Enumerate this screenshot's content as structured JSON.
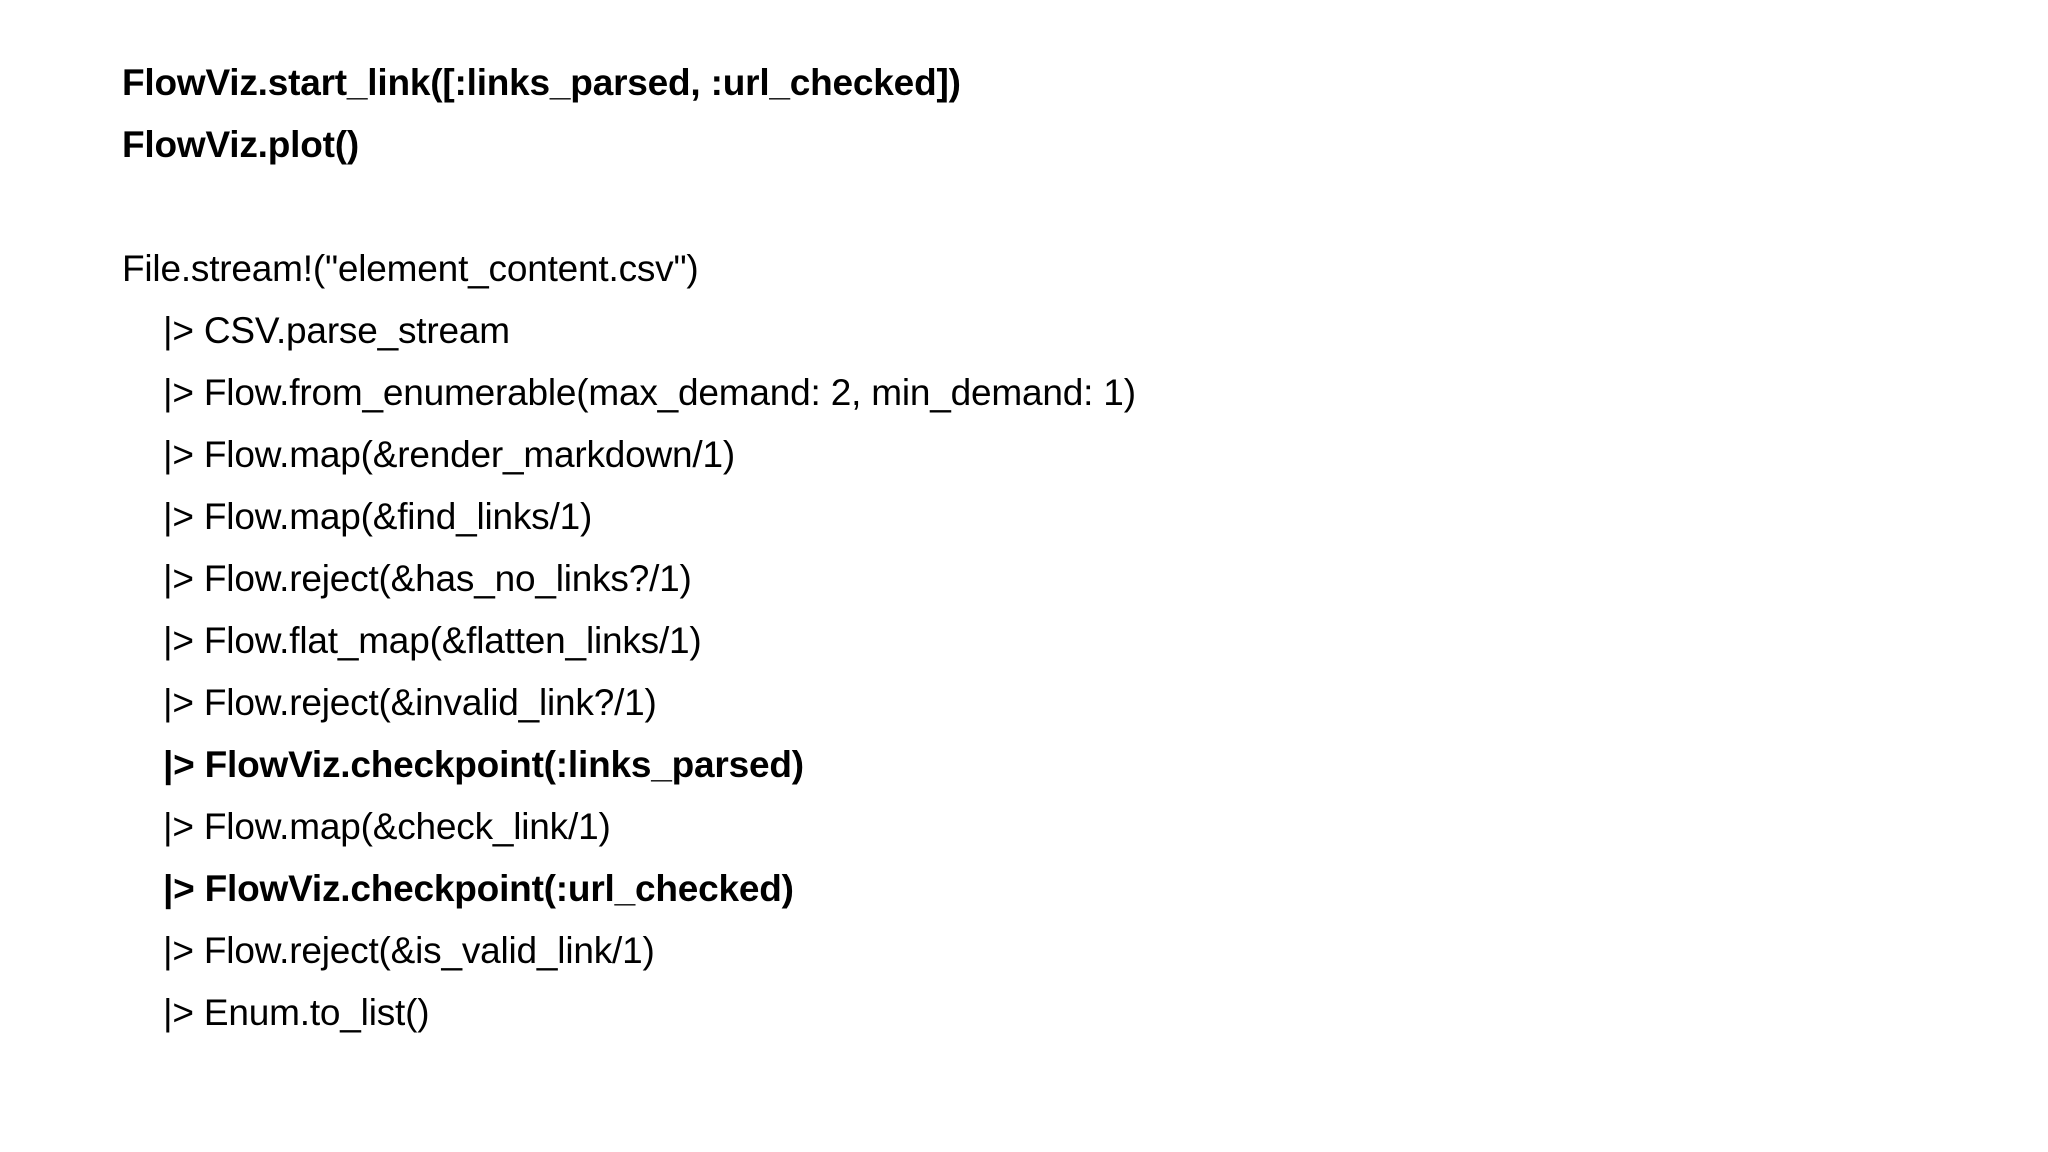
{
  "document": {
    "title": "FlowViz pipeline code snippet",
    "background_color": "#ffffff",
    "text_color": "#000000"
  },
  "code": {
    "header_lines": [
      {
        "text": "FlowViz.start_link([:links_parsed, :url_checked])",
        "bold": true,
        "indent": false
      },
      {
        "text": "FlowViz.plot()",
        "bold": true,
        "indent": false
      }
    ],
    "pipeline_lines": [
      {
        "text": "File.stream!(\"element_content.csv\")",
        "bold": false,
        "indent": false
      },
      {
        "text": "|> CSV.parse_stream",
        "bold": false,
        "indent": true
      },
      {
        "text": "|> Flow.from_enumerable(max_demand: 2, min_demand: 1)",
        "bold": false,
        "indent": true
      },
      {
        "text": "|> Flow.map(&render_markdown/1)",
        "bold": false,
        "indent": true
      },
      {
        "text": "|> Flow.map(&find_links/1)",
        "bold": false,
        "indent": true
      },
      {
        "text": "|> Flow.reject(&has_no_links?/1)",
        "bold": false,
        "indent": true
      },
      {
        "text": "|> Flow.flat_map(&flatten_links/1)",
        "bold": false,
        "indent": true
      },
      {
        "text": "|> Flow.reject(&invalid_link?/1)",
        "bold": false,
        "indent": true
      },
      {
        "text": "|> FlowViz.checkpoint(:links_parsed)",
        "bold": true,
        "indent": true
      },
      {
        "text": "|> Flow.map(&check_link/1)",
        "bold": false,
        "indent": true
      },
      {
        "text": "|> FlowViz.checkpoint(:url_checked)",
        "bold": true,
        "indent": true
      },
      {
        "text": "|> Flow.reject(&is_valid_link/1)",
        "bold": false,
        "indent": true
      },
      {
        "text": "|> Enum.to_list()",
        "bold": false,
        "indent": true
      }
    ]
  }
}
